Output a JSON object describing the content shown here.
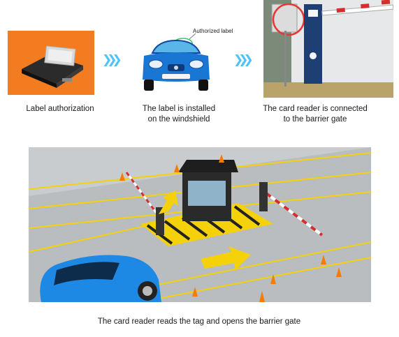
{
  "top_steps": [
    {
      "caption": "Label authorization"
    },
    {
      "caption_line1": "The label is installed",
      "caption_line2": "on the windshield"
    },
    {
      "caption_line1": "The card reader is connected",
      "caption_line2": "to the barrier gate"
    }
  ],
  "car_callout": "Authorized label",
  "bottom_caption": "The card reader reads the tag and opens the barrier gate",
  "colors": {
    "orange_bg": "#f47c20",
    "car_blue": "#1565c0",
    "arrow_blue": "#4fc3f7",
    "lane_yellow": "#f5d10a",
    "barrier_red": "#d32f2f"
  },
  "icons": [
    "rfid-reader-device-icon",
    "blue-car-icon",
    "barrier-gate-icon",
    "toll-booth-icon",
    "traffic-cone-icon"
  ]
}
